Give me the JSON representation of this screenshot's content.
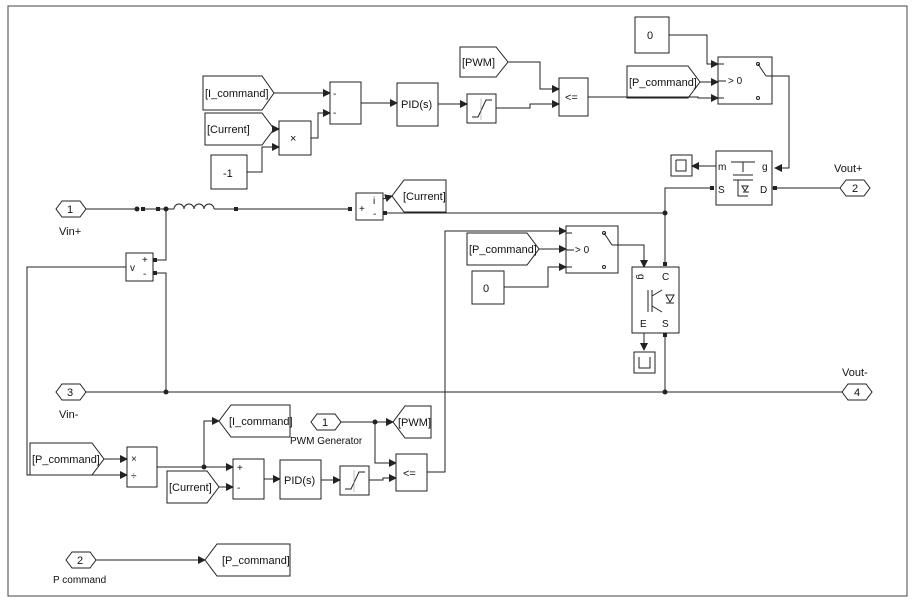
{
  "ports": {
    "in1": {
      "num": "1",
      "label": "Vin+"
    },
    "in3": {
      "num": "3",
      "label": "Vin-"
    },
    "out2": {
      "num": "2",
      "label": "Vout+"
    },
    "out4": {
      "num": "4",
      "label": "Vout-"
    },
    "in2": {
      "num": "2",
      "label": "P command"
    },
    "pwm_in": {
      "num": "1",
      "label": "PWM Generator"
    }
  },
  "tags": {
    "i_command": "[I_command]",
    "current": "[Current]",
    "pwm": "[PWM]",
    "p_command": "[P_command]"
  },
  "constants": {
    "zero": "0",
    "neg_one": "-1"
  },
  "blocks": {
    "pid": "PID(s)",
    "le": "<=",
    "mul": "×",
    "switch": "> 0",
    "div_mul": "×",
    "div_div": "÷",
    "sum_plus": "+",
    "sum_minus": "-",
    "meas_i": "i",
    "meas_v": "v",
    "mos_g": "g",
    "mos_m": "m",
    "mos_s": "S",
    "mos_d": "D",
    "igbt_g": "g",
    "igbt_c": "C",
    "igbt_e": "E",
    "igbt_s": "S"
  }
}
